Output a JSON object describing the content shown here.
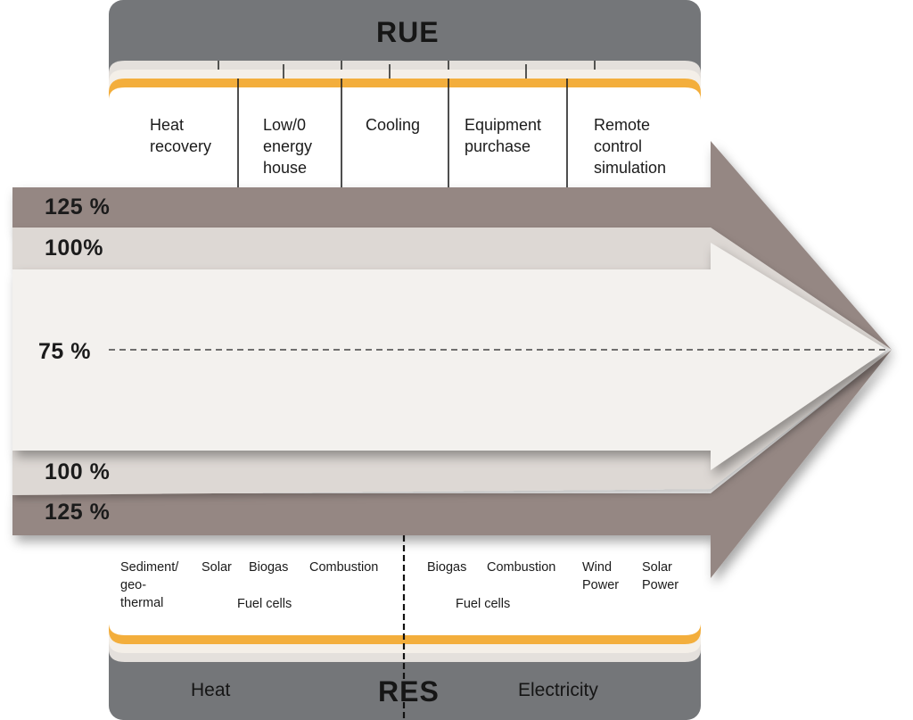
{
  "rue": {
    "title": "RUE",
    "items": [
      {
        "label": "Heat\nrecovery"
      },
      {
        "label": "Low/0\nenergy\nhouse"
      },
      {
        "label": "Cooling"
      },
      {
        "label": "Equipment\npurchase"
      },
      {
        "label": "Remote\ncontrol\nsimulation"
      }
    ]
  },
  "levels": {
    "top_125": "125 %",
    "top_100": "100%",
    "middle_75": "75 %",
    "bottom_100": "100 %",
    "bottom_125": "125 %"
  },
  "res": {
    "title": "RES",
    "heat_label": "Heat",
    "electricity_label": "Electricity",
    "heat_items": [
      {
        "label": "Sediment/\ngeo-\nthermal"
      },
      {
        "label": "Solar"
      },
      {
        "label": "Biogas"
      },
      {
        "label": "Combustion"
      },
      {
        "label": "Fuel cells"
      }
    ],
    "electricity_items": [
      {
        "label": "Biogas"
      },
      {
        "label": "Combustion"
      },
      {
        "label": "Wind\nPower"
      },
      {
        "label": "Solar\nPower"
      },
      {
        "label": "Fuel cells"
      }
    ]
  },
  "colors": {
    "panel_gray": "#747679",
    "accent_orange": "#f3ae3c",
    "band_dark": "#958783",
    "band_light": "#ddd8d4",
    "arrow_center": "#f3f1ee"
  }
}
